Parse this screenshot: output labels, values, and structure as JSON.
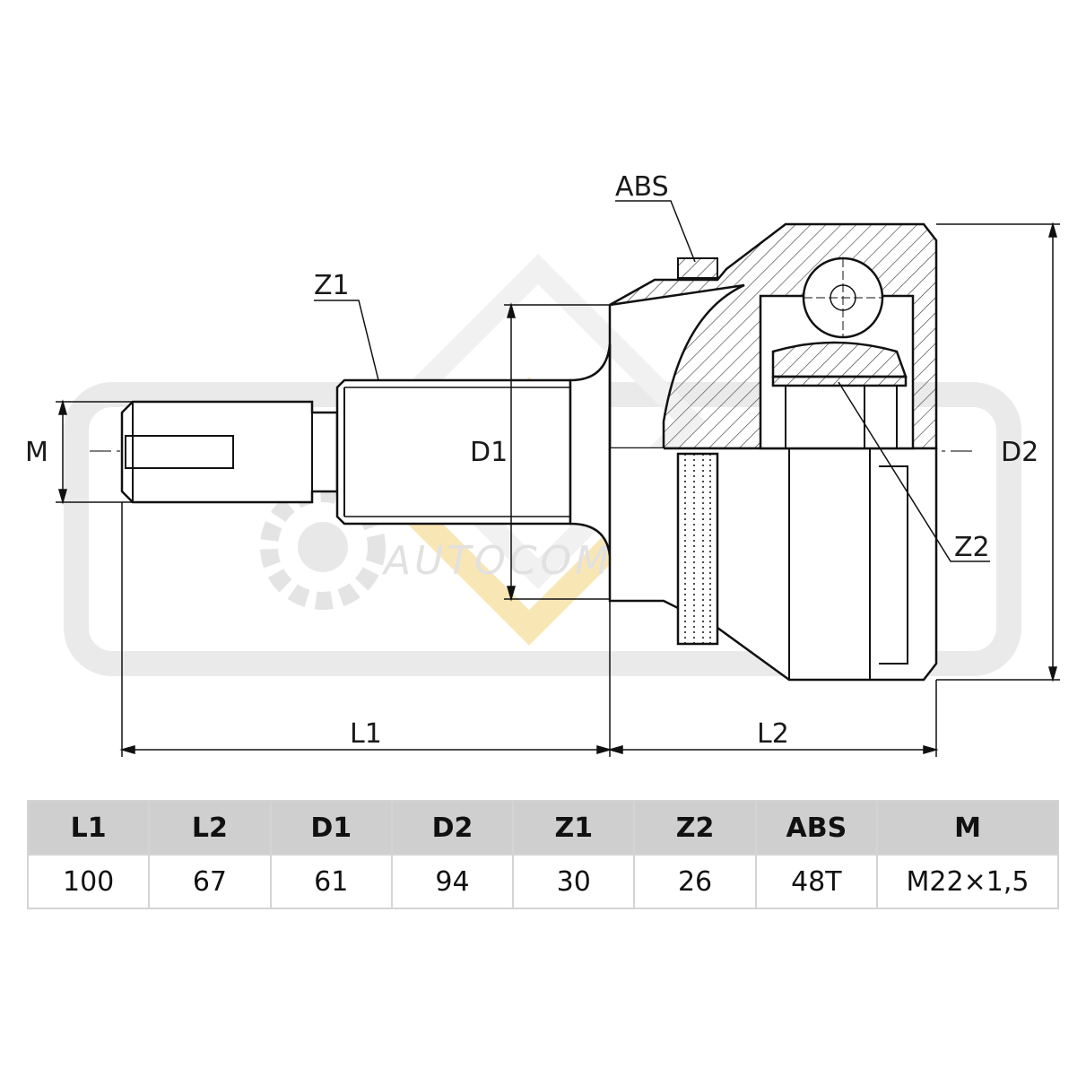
{
  "labels": {
    "abs": "ABS",
    "z1": "Z1",
    "z2": "Z2",
    "m": "M",
    "d1": "D1",
    "d2": "D2",
    "l1": "L1",
    "l2": "L2"
  },
  "watermark": {
    "brand": "AUTOCOMPAS",
    "logo_icon": "gear-logo-icon",
    "color": "#f5d27a"
  },
  "table": {
    "headers": [
      "L1",
      "L2",
      "D1",
      "D2",
      "Z1",
      "Z2",
      "ABS",
      "M"
    ],
    "values": [
      "100",
      "67",
      "61",
      "94",
      "30",
      "26",
      "48T",
      "M22×1,5"
    ]
  }
}
